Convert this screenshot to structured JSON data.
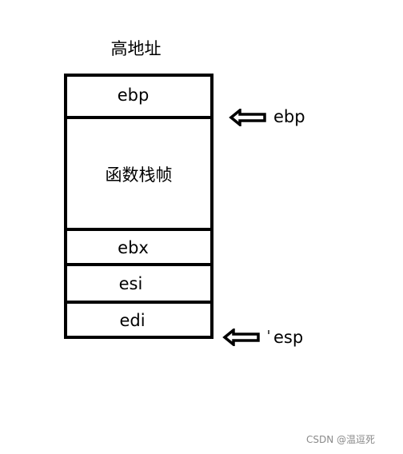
{
  "diagram": {
    "title": "高地址",
    "cells": {
      "ebp": "ebp",
      "frame": "函数栈帧",
      "ebx": "ebx",
      "esi": "esi",
      "edi": "edi"
    },
    "pointers": {
      "ebp": "ebp",
      "esp": "esp"
    },
    "colors": {
      "stroke": "#000000",
      "background": "#ffffff",
      "watermark": "#8a8a8a"
    },
    "icons": {
      "pointer": "left-arrow-icon"
    }
  },
  "watermark": "CSDN @温逗死"
}
